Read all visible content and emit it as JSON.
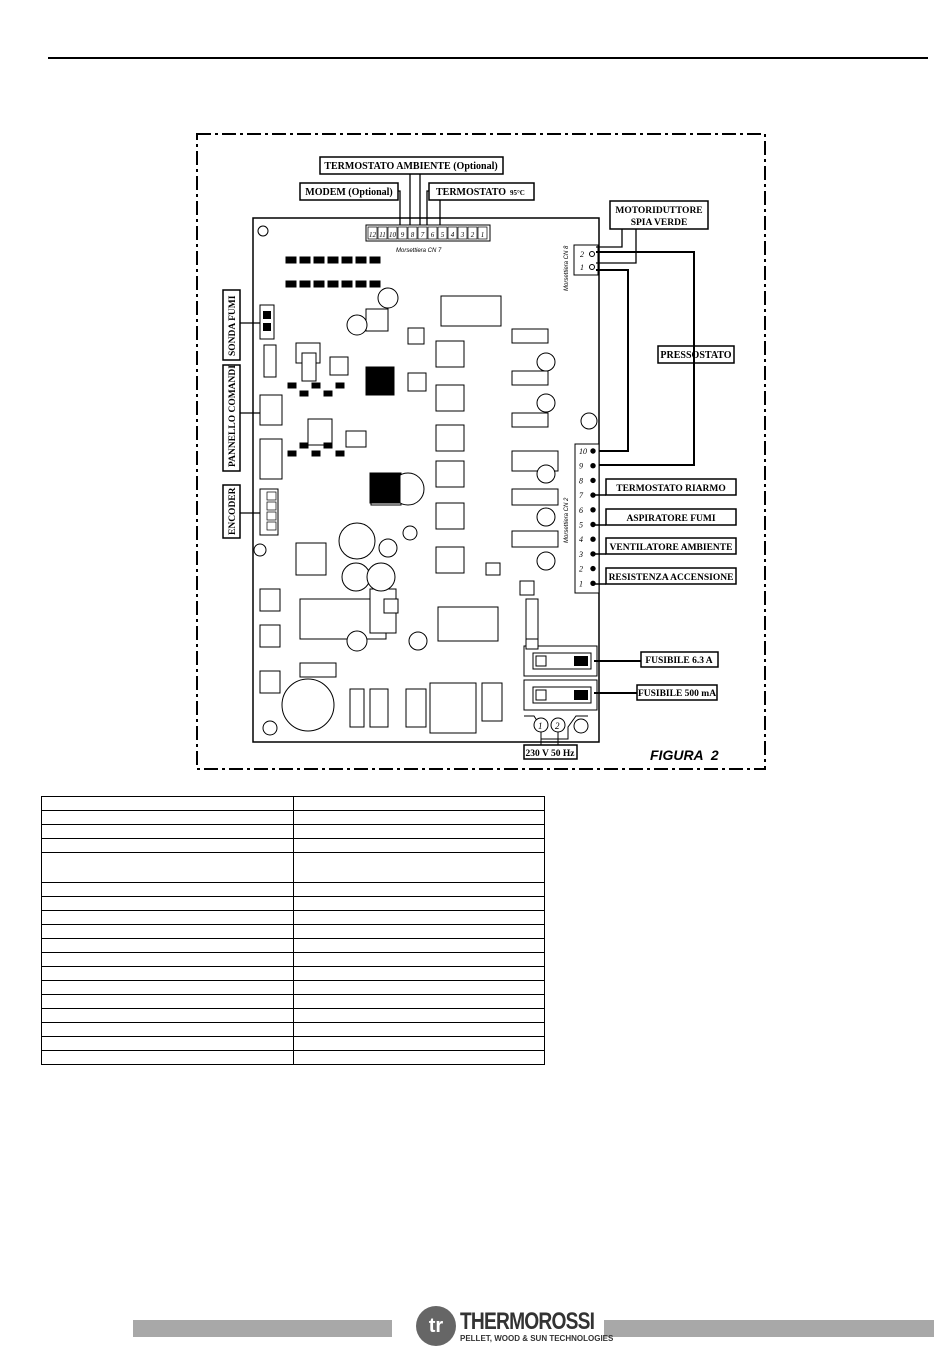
{
  "figure": {
    "caption": "FIGURA  2",
    "labels": {
      "termostato_ambiente": "TERMOSTATO AMBIENTE (Optional)",
      "modem": "MODEM (Optional)",
      "termostato": "TERMOSTATO",
      "termostato_temp": "95°C",
      "motoriduttore_1": "MOTORIDUTTORE",
      "motoriduttore_2": "SPIA VERDE",
      "sonda_fumi": "SONDA FUMI",
      "pannello_comandi": "PANNELLO COMANDI",
      "encoder": "ENCODER",
      "pressostato": "PRESSOSTATO",
      "termostato_riarmo": "TERMOSTATO RIARMO",
      "aspiratore_fumi": "ASPIRATORE FUMI",
      "ventilatore_ambiente": "VENTILATORE AMBIENTE",
      "resistenza_accensione": "RESISTENZA ACCENSIONE",
      "fusibile_63": "FUSIBILE 6.3 A",
      "fusibile_500": "FUSIBILE 500 mA",
      "alimentazione": "230 V 50 Hz",
      "morsettiera_cn7": "Morsettiera CN 7",
      "morsettiera_cn8": "Morsettiera CN 8",
      "morsettiera_cn2": "Morsettiera CN 2"
    },
    "cn7_pins": [
      "12",
      "11",
      "10",
      "9",
      "8",
      "7",
      "6",
      "5",
      "4",
      "3",
      "2",
      "1"
    ],
    "cn8_pins": [
      "2",
      "1"
    ],
    "cn2_pins": [
      "10",
      "9",
      "8",
      "7",
      "6",
      "5",
      "4",
      "3",
      "2",
      "1"
    ],
    "power_pins": [
      "1",
      "2"
    ]
  },
  "table": {
    "rows": 18
  },
  "footer": {
    "logo_mark": "tr",
    "brand": "THERMOROSSI",
    "tagline": "PELLET, WOOD & SUN TECHNOLOGIES"
  }
}
